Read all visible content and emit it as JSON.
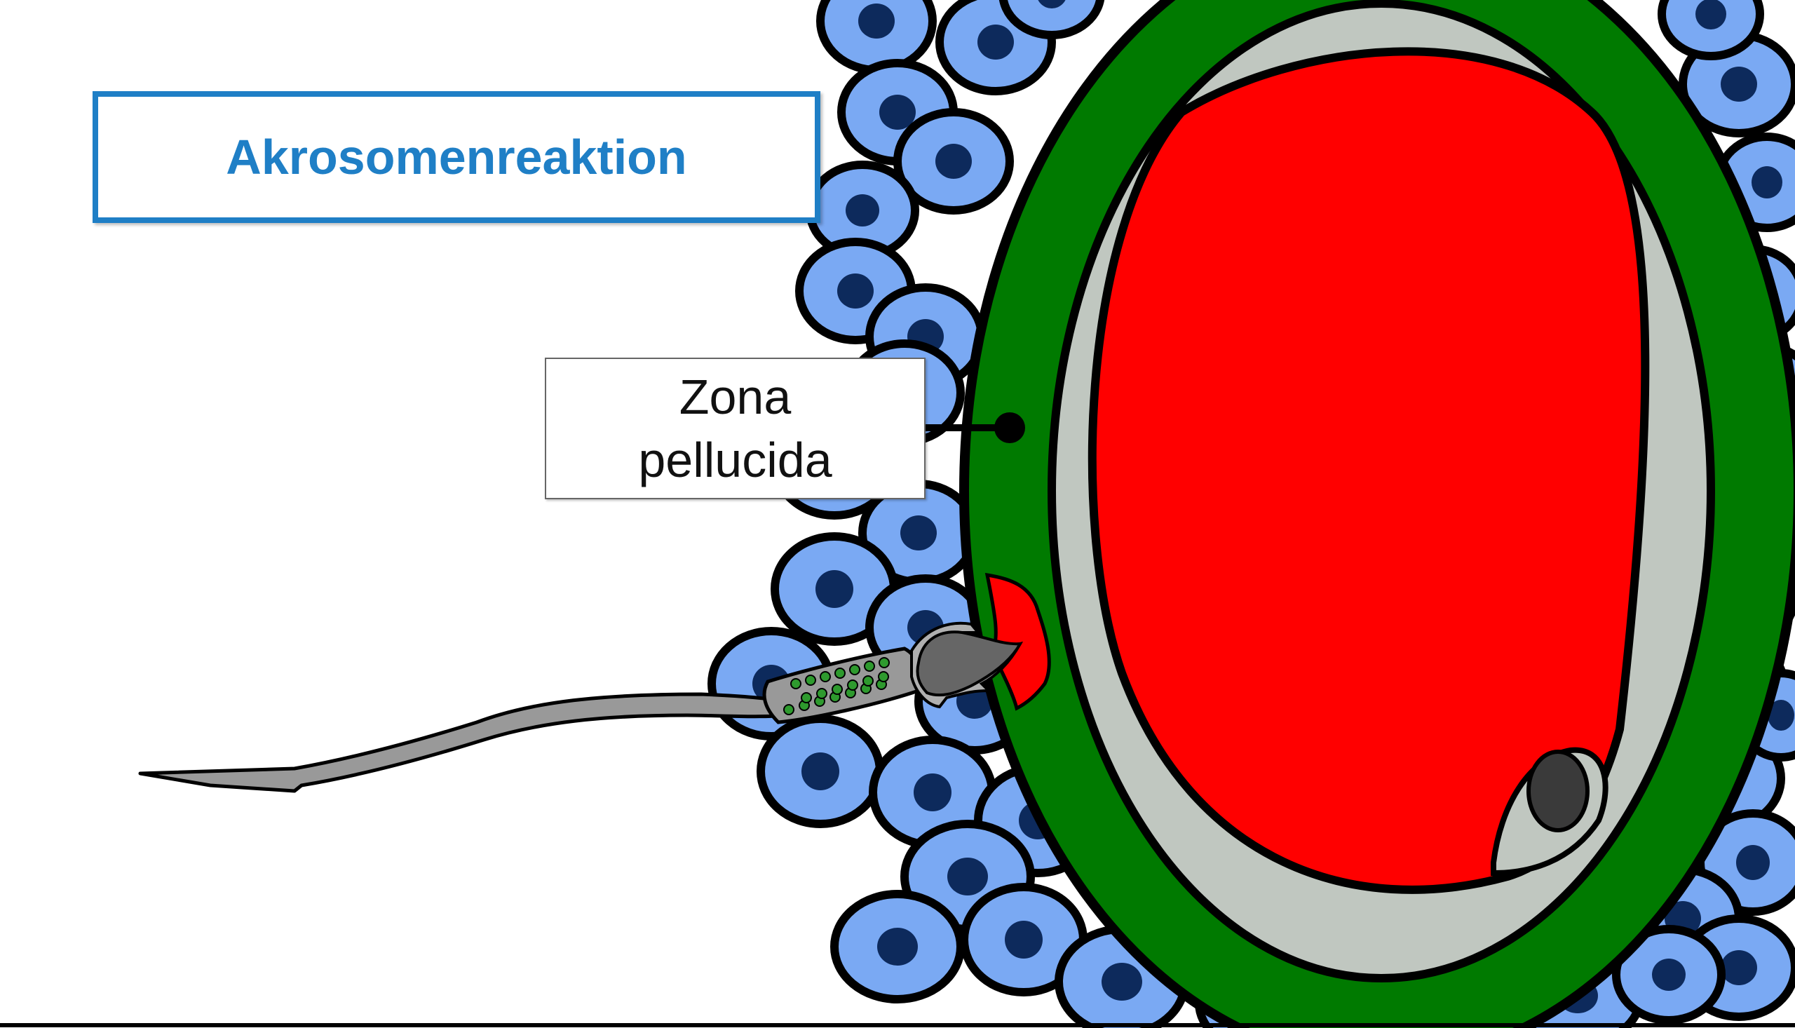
{
  "slide": {
    "title": "Akrosomenreaktion",
    "label": {
      "line1": "Zona",
      "line2": "pellucida"
    }
  },
  "colors": {
    "title_accent": "#1f7fc6",
    "corona_cells": "#7aa9f3",
    "cell_nucleus": "#0d2a5c",
    "zona_pellucida": "#007a00",
    "perivitelline": "#c0c7c0",
    "ooplasm": "#ff0000",
    "sperm": "#999999",
    "mitochondria": "#2e9a2e"
  }
}
